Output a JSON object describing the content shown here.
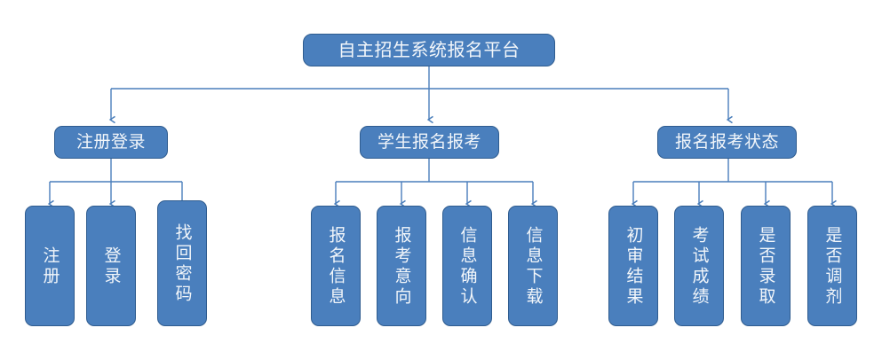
{
  "diagram": {
    "title": "自主招生系统报名平台",
    "type": "org-chart",
    "colors": {
      "node_fill": "#4a7fbd",
      "node_border": "#2f5c8f",
      "node_text": "#f2f6fa",
      "connector": "#4a7ebb",
      "background": "#ffffff"
    },
    "root": {
      "label": "自主招生系统报名平台"
    },
    "branches": [
      {
        "label": "注册登录",
        "children": [
          {
            "label": "注册"
          },
          {
            "label": "登录"
          },
          {
            "label": "找回密码"
          }
        ]
      },
      {
        "label": "学生报名报考",
        "children": [
          {
            "label": "报名信息"
          },
          {
            "label": "报考意向"
          },
          {
            "label": "信息确认"
          },
          {
            "label": "信息下载"
          }
        ]
      },
      {
        "label": "报名报考状态",
        "children": [
          {
            "label": "初审结果"
          },
          {
            "label": "考试成绩"
          },
          {
            "label": "是否录取"
          },
          {
            "label": "是否调剂"
          }
        ]
      }
    ]
  }
}
